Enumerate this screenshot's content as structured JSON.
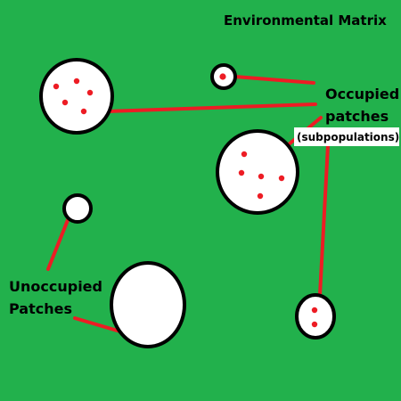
{
  "title": "Environmental Matrix",
  "labels": {
    "occupied_line1": "Occupied",
    "occupied_line2": "patches",
    "occupied_note": "(subpopulations)",
    "unoccupied_line1": "Unoccupied",
    "unoccupied_line2": "Patches"
  },
  "colors": {
    "matrix": "#22b14c",
    "patch": "#ffffff",
    "individual": "#ed1c24",
    "pointer": "#ed1c24",
    "outline": "#000000"
  },
  "patches": [
    {
      "id": "patch-large-left",
      "occupied": true,
      "individuals": 5
    },
    {
      "id": "patch-small-top",
      "occupied": true,
      "individuals": 1
    },
    {
      "id": "patch-center-right",
      "occupied": true,
      "individuals": 5
    },
    {
      "id": "patch-small-bottom-right",
      "occupied": true,
      "individuals": 2
    },
    {
      "id": "patch-small-left",
      "occupied": false,
      "individuals": 0
    },
    {
      "id": "patch-large-bottom",
      "occupied": false,
      "individuals": 0
    }
  ]
}
